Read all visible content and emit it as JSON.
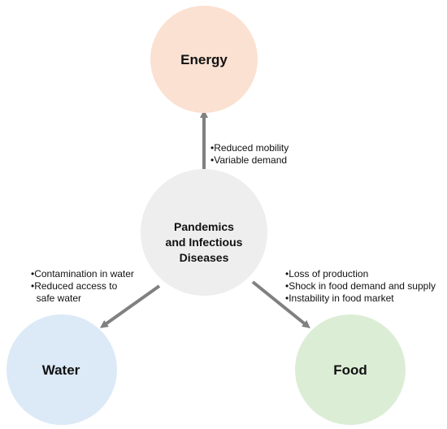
{
  "nodes": {
    "center": {
      "lines": [
        "Pandemics",
        "and Infectious",
        "Diseases"
      ],
      "fill": "#eeeeee"
    },
    "energy": {
      "label": "Energy",
      "fill": "#fbe1d1"
    },
    "water": {
      "label": "Water",
      "fill": "#dce9f6"
    },
    "food": {
      "label": "Food",
      "fill": "#dcedd6"
    }
  },
  "impacts": {
    "energy": [
      "•Reduced mobility",
      "•Variable demand"
    ],
    "water": [
      "•Contamination in water",
      "•Reduced access to",
      "  safe water"
    ],
    "food": [
      "•Loss of production",
      "•Shock in food demand and supply",
      "•Instability in food market"
    ]
  },
  "colors": {
    "arrow": "#808080",
    "text": "#111111"
  }
}
